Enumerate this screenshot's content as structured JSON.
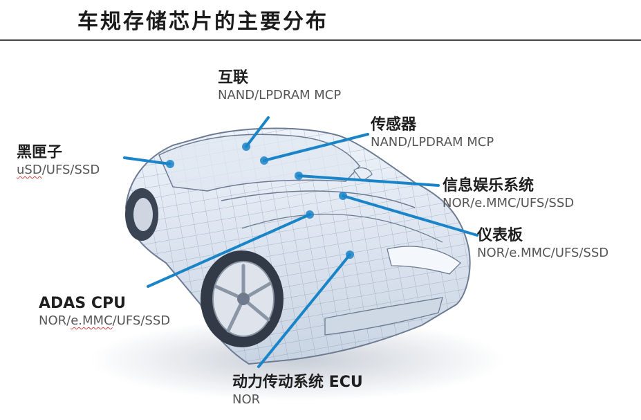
{
  "title": "车规存储芯片的主要分布",
  "line_color": "#1a84c8",
  "labels": {
    "interconnect": {
      "name": "互联",
      "memory": "NAND/LPDRAM MCP"
    },
    "sensor": {
      "name": "传感器",
      "memory": "NAND/LPDRAM MCP"
    },
    "blackbox": {
      "name": "黑匣子",
      "memory_first": "uSD",
      "memory_rest": "/UFS/SSD"
    },
    "infotainment": {
      "name": "信息娱乐系统",
      "memory": "NOR/e.MMC/UFS/SSD"
    },
    "dashboard": {
      "name": "仪表板",
      "memory": "NOR/e.MMC/UFS/SSD"
    },
    "adas": {
      "name": "ADAS CPU",
      "memory_a": "NOR/",
      "memory_b": "e.MMC",
      "memory_c": "/UFS/SSD"
    },
    "powertrain": {
      "name": "动力传动系统 ECU",
      "memory": "NOR"
    }
  }
}
